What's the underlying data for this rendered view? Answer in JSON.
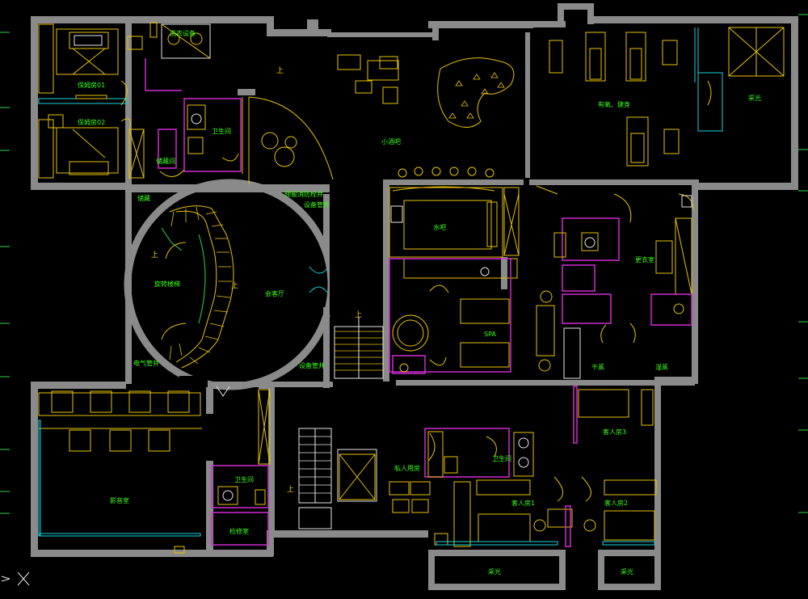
{
  "colors": {
    "background": "#000000",
    "wall": "#8a8a8a",
    "furniture": "#e8c200",
    "partition": "#d12bd1",
    "label": "#39ff14",
    "window": "#19d3e0"
  },
  "rooms": {
    "nanny_room_01": "保姆房01",
    "nanny_room_02": "保姆房02",
    "laundry": "洗衣设备",
    "bath_left": "卫生间",
    "storage_left": "储藏间",
    "small_bar": "小酒吧",
    "aerobic_fitness": "有氧、健身",
    "light_well_top": "采光",
    "storage_corner": "储藏",
    "shaft_top": "预留消防栓井",
    "shaft_equip_top": "设备管井",
    "stair_hall": "旋转楼梯",
    "reception_hall": "会客厅",
    "bar": "水吧",
    "spa": "SPA",
    "changing_room": "更衣室",
    "dry_steam": "干蒸",
    "wet_steam": "湿蒸",
    "electric_shaft": "电气管井",
    "equip_shaft_bottom": "设备管井",
    "theater": "影音室",
    "bath_bottom": "卫生间",
    "inspection": "检修室",
    "private_dining": "私人用房",
    "bath_right": "卫生间",
    "guest_room_3": "客人房3",
    "guest_room_1": "客人房1",
    "guest_room_2": "客人房2",
    "light_well_1": "采光",
    "light_well_2": "采光"
  },
  "arrows": {
    "up_top": "上",
    "up_stair": "上",
    "up_spiral": "上",
    "up_left": "上",
    "up_bottom": "上"
  }
}
